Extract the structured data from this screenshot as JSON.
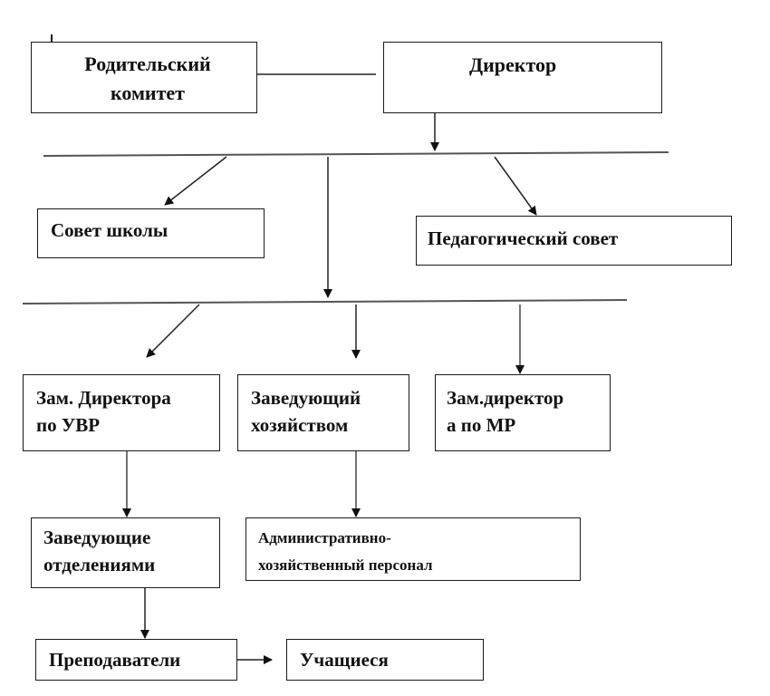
{
  "diagram": {
    "type": "org-chart",
    "nodes": {
      "parent_committee": "Родительский\nкомитет",
      "director": "Директор",
      "school_council": "Совет школы",
      "pedagogical_council": "Педагогический совет",
      "deputy_uvr": "Зам. Директора\nпо УВР",
      "housekeeping_head": "Заведующий\nхозяйством",
      "deputy_mr": "Зам.директор\nа по МР",
      "department_heads": "Заведующие\nотделениями",
      "admin_staff": "Административно-\nхозяйственный персонал",
      "teachers": "Преподаватели",
      "students": "Учащиеся"
    },
    "edges": [
      {
        "from": "parent_committee",
        "to": "director",
        "type": "line"
      },
      {
        "from": "director",
        "to": "bus-1",
        "type": "arrow"
      },
      {
        "from": "bus-1",
        "to": "school_council",
        "type": "arrow"
      },
      {
        "from": "bus-1",
        "to": "pedagogical_council",
        "type": "arrow"
      },
      {
        "from": "bus-1",
        "to": "bus-2",
        "type": "arrow"
      },
      {
        "from": "bus-2",
        "to": "deputy_uvr",
        "type": "arrow"
      },
      {
        "from": "bus-2",
        "to": "housekeeping_head",
        "type": "arrow"
      },
      {
        "from": "bus-2",
        "to": "deputy_mr",
        "type": "arrow"
      },
      {
        "from": "deputy_uvr",
        "to": "department_heads",
        "type": "arrow"
      },
      {
        "from": "housekeeping_head",
        "to": "admin_staff",
        "type": "arrow"
      },
      {
        "from": "department_heads",
        "to": "teachers",
        "type": "arrow"
      },
      {
        "from": "teachers",
        "to": "students",
        "type": "arrow"
      }
    ]
  }
}
